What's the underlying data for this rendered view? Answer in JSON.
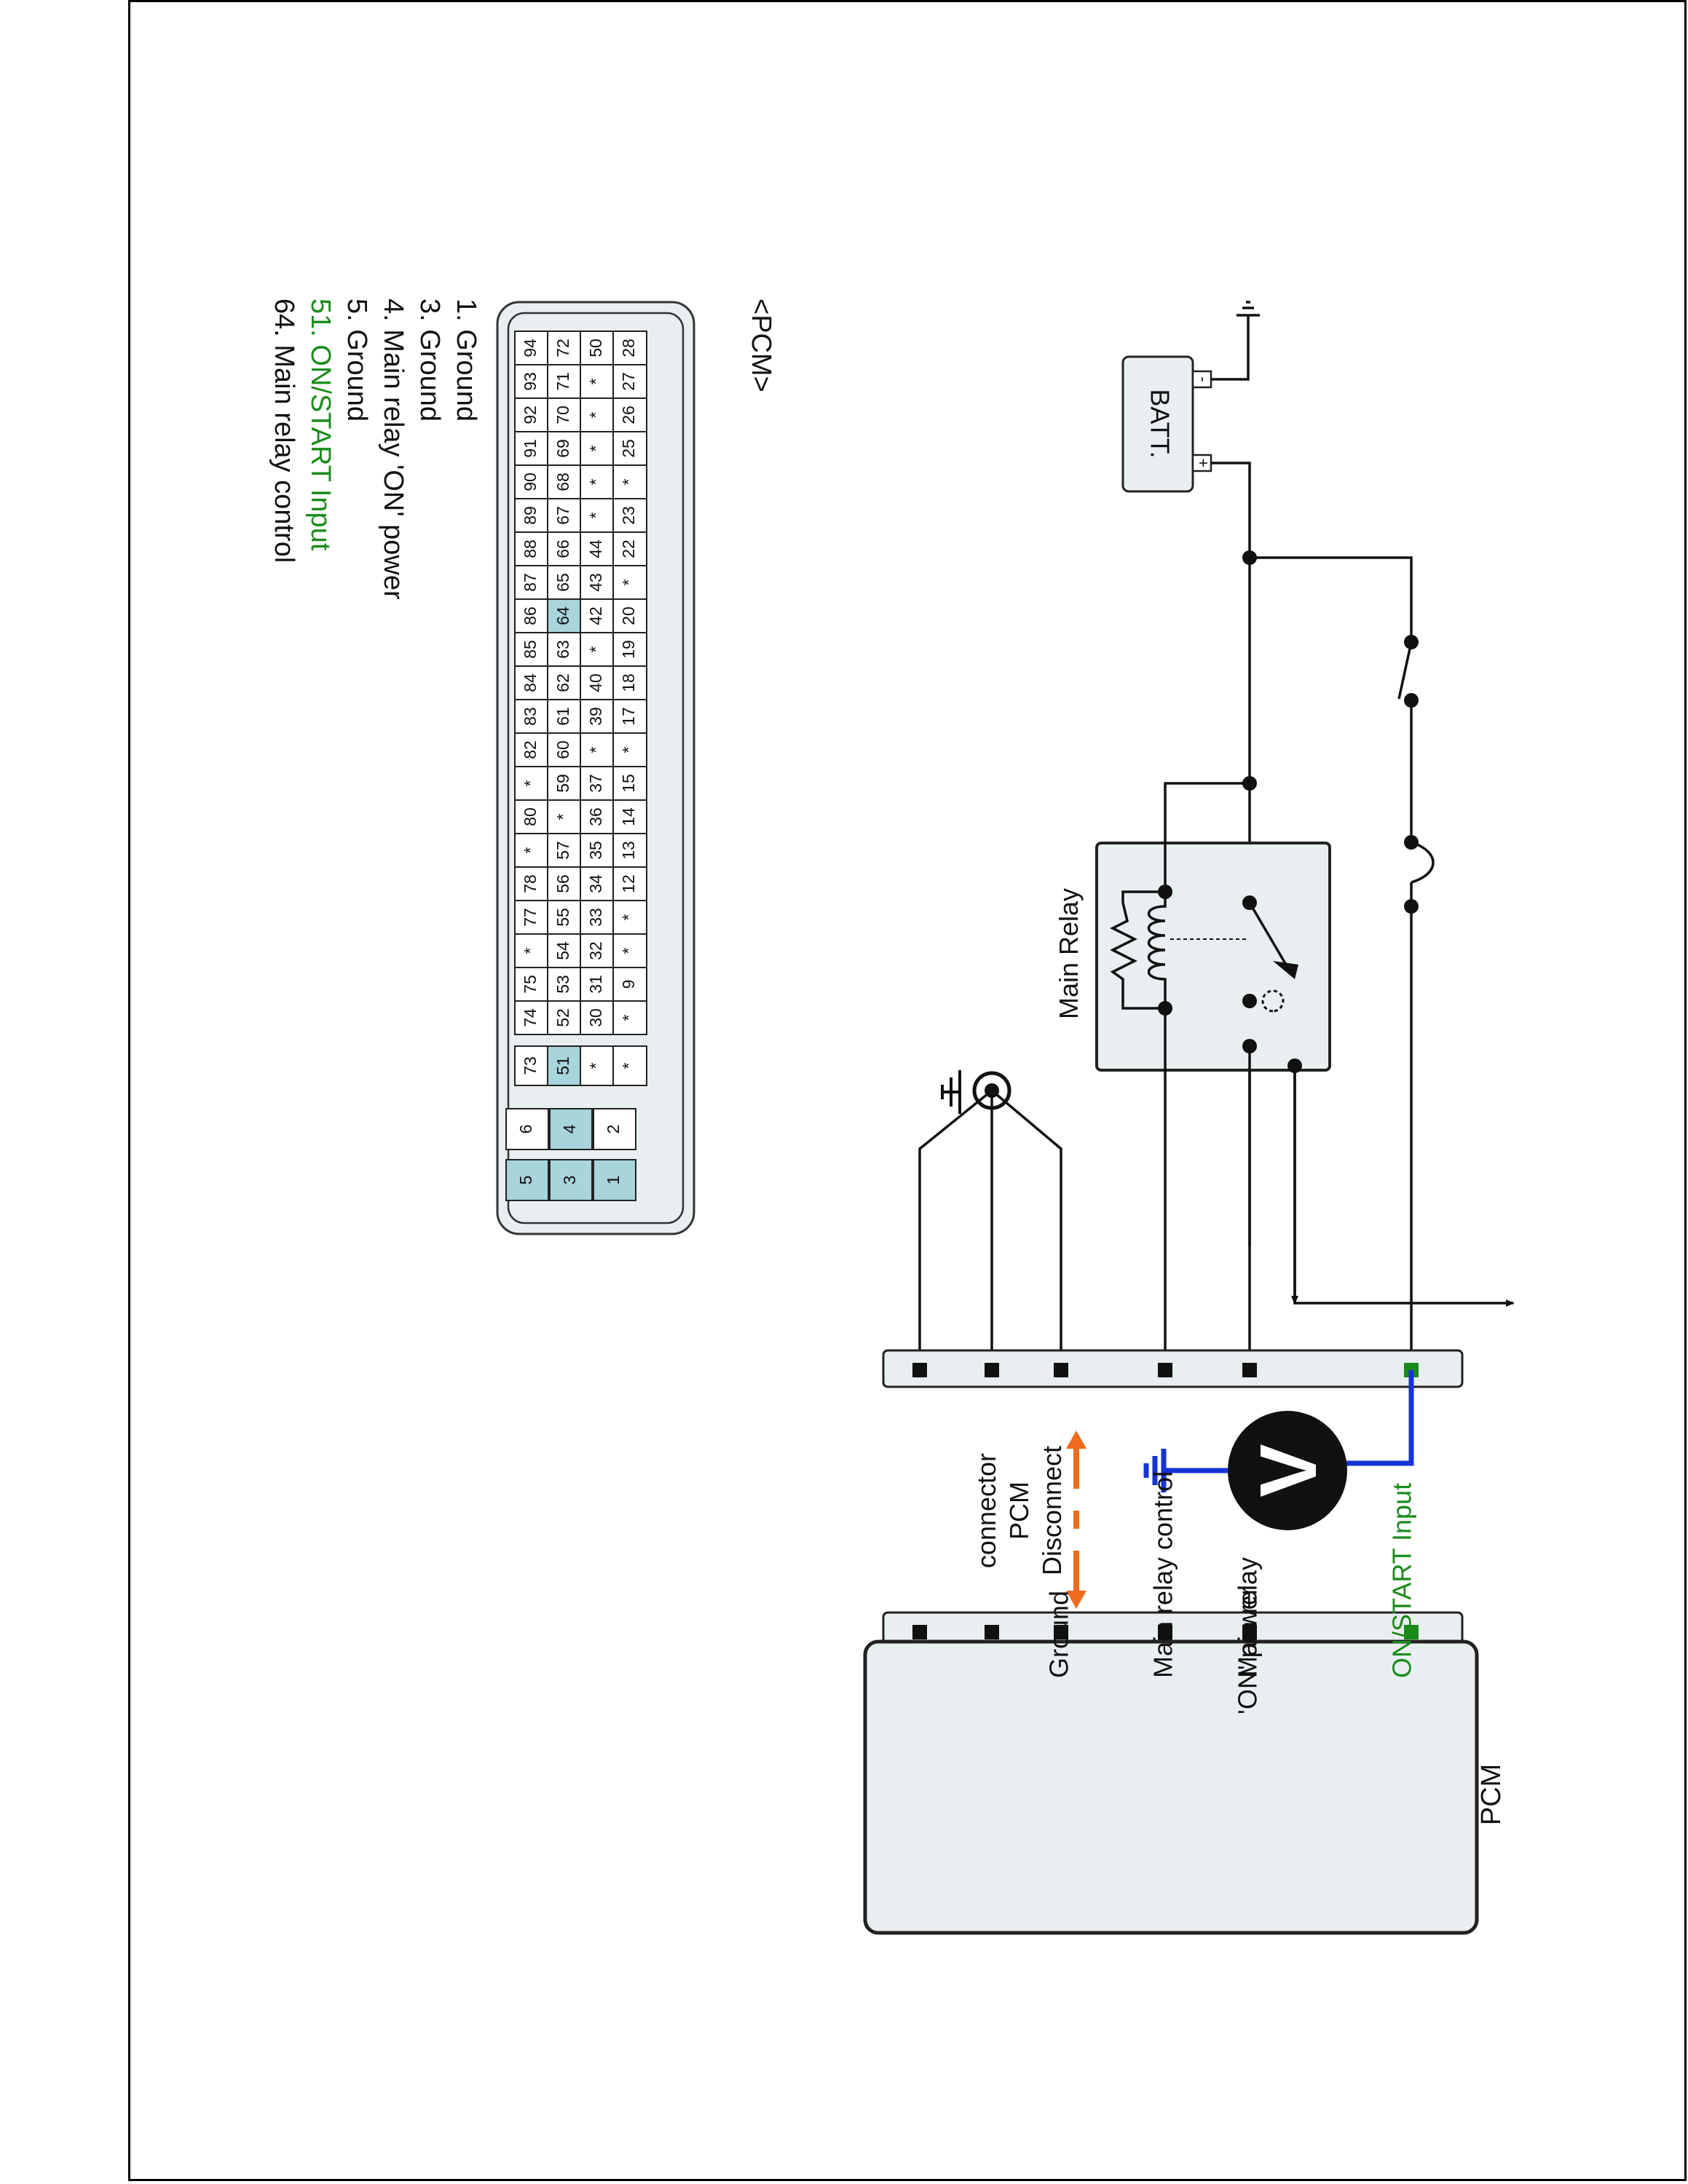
{
  "diagram": {
    "pcm_header": "<PCM>",
    "legend": [
      {
        "text": "1. Ground",
        "color": "#111111"
      },
      {
        "text": "3. Ground",
        "color": "#111111"
      },
      {
        "text": "4. Main relay 'ON' power",
        "color": "#111111"
      },
      {
        "text": "5. Ground",
        "color": "#111111"
      },
      {
        "text": "51. ON/START Input",
        "color": "#1a8a1a"
      },
      {
        "text": "64. Main relay control",
        "color": "#111111"
      }
    ],
    "connector_rows": [
      [
        "94",
        "93",
        "92",
        "91",
        "90",
        "89",
        "88",
        "87",
        "86",
        "85",
        "84",
        "83",
        "82",
        "*",
        "80",
        "*",
        "78",
        "77",
        "*",
        "75",
        "74"
      ],
      [
        "72",
        "71",
        "70",
        "69",
        "68",
        "67",
        "66",
        "65",
        "64",
        "63",
        "62",
        "61",
        "60",
        "59",
        "*",
        "57",
        "56",
        "55",
        "54",
        "53",
        "52"
      ],
      [
        "50",
        "*",
        "*",
        "*",
        "*",
        "*",
        "44",
        "43",
        "42",
        "*",
        "40",
        "39",
        "*",
        "37",
        "36",
        "35",
        "34",
        "33",
        "32",
        "31",
        "30"
      ],
      [
        "28",
        "27",
        "26",
        "25",
        "*",
        "23",
        "22",
        "*",
        "20",
        "19",
        "18",
        "17",
        "*",
        "15",
        "14",
        "13",
        "12",
        "*",
        "*",
        "9",
        "*"
      ]
    ],
    "connector_mid": [
      "73",
      "51",
      "*",
      "*"
    ],
    "connector_power": [
      [
        "6",
        "4",
        "2"
      ],
      [
        "5",
        "3",
        "1"
      ]
    ],
    "highlighted_pins": [
      "64",
      "51",
      "4",
      "5",
      "3",
      "1"
    ],
    "battery_label": "BATT.",
    "battery_neg": "-",
    "battery_pos": "+",
    "relay_label": "Main Relay",
    "disconnect_label": [
      "Disconnect",
      "PCM",
      "connector"
    ],
    "voltmeter_label": "V",
    "pcm_box_title": "PCM",
    "pcm_pins": [
      {
        "text": "ON/START Input",
        "color": "#1a8a1a"
      },
      {
        "text": "Main relay",
        "color": "#111111"
      },
      {
        "text": "'ON' power",
        "color": "#111111"
      },
      {
        "text": "Main relay control",
        "color": "#111111"
      },
      {
        "text": "Ground",
        "color": "#111111"
      }
    ],
    "colors": {
      "highlight": "#a8d4dc",
      "panel": "#e9eff1",
      "probe_wire": "#1533d6",
      "arrow": "#ee6a1c",
      "signal_green": "#1a8a1a"
    }
  }
}
